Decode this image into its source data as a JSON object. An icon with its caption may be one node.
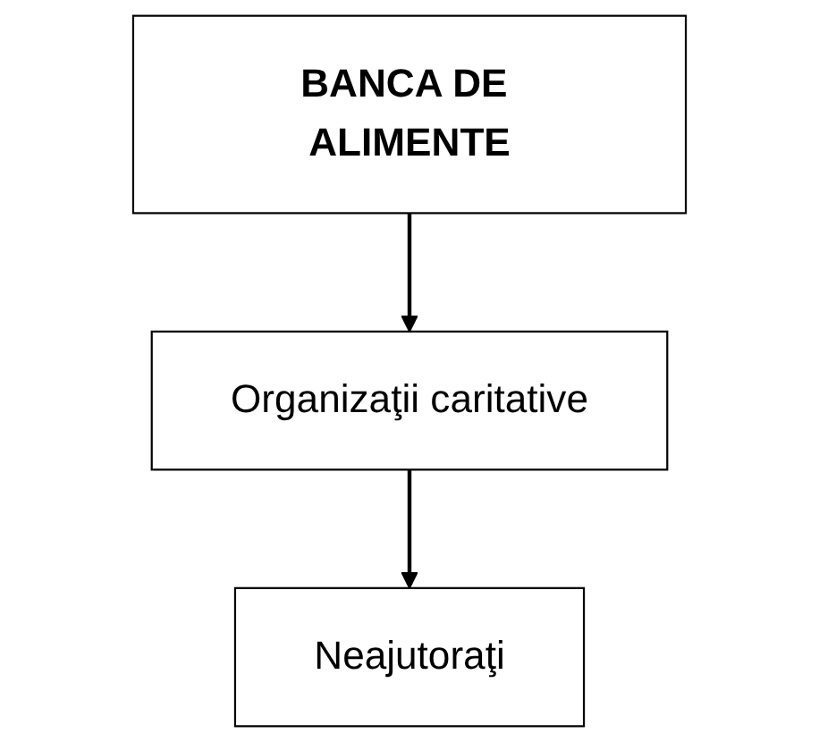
{
  "diagram": {
    "nodes": [
      {
        "text": [
          "BANCA DE ALIMENTE"
        ]
      },
      {
        "text": [
          "Organizaţii caritative"
        ]
      },
      {
        "text": [
          "Neajutoraţi"
        ]
      }
    ],
    "edges": [
      {
        "from": 0,
        "to": 1,
        "arrow": "to"
      },
      {
        "from": 1,
        "to": 2,
        "arrow": "to"
      }
    ]
  }
}
